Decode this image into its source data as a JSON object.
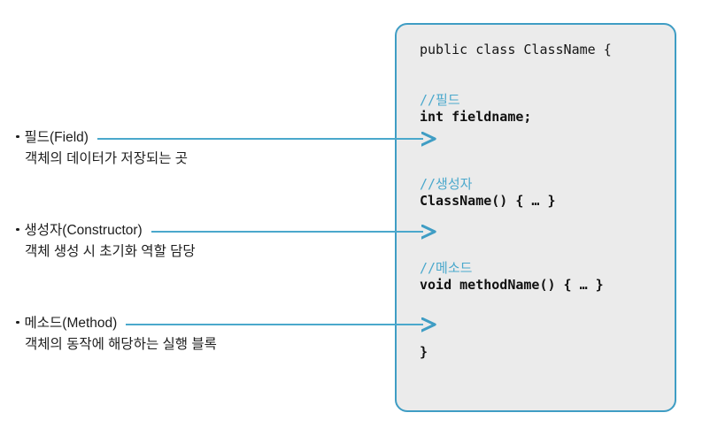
{
  "diagram": {
    "title_present": false,
    "accent_color": "#3f9dc4",
    "comment_color": "#4aa8cc",
    "card_fill": "#ebebeb",
    "text_color": "#1d1d1d"
  },
  "concepts": [
    {
      "term": "필드(Field)",
      "description": "객체의 데이터가 저장되는 곳"
    },
    {
      "term": "생성자(Constructor)",
      "description": "객체 생성 시 초기화 역할 담당"
    },
    {
      "term": "메소드(Method)",
      "description": "객체의 동작에 해당하는 실행 블록"
    }
  ],
  "code": {
    "language": "java",
    "lines": [
      "public class ClassName {",
      "",
      "",
      "    //필드",
      "    int fieldname;",
      "",
      "",
      "    //생성자",
      "    ClassName() { … }",
      "",
      "",
      "    //메소드",
      "    void methodName() { … }",
      "",
      "",
      "}"
    ],
    "header": "public class ClassName {",
    "field_comment": "//필드",
    "field_decl": "int fieldname;",
    "constructor_comment": "//생성자",
    "constructor_decl": "ClassName() { … }",
    "method_comment": "//메소드",
    "method_decl": "void methodName() { … }",
    "closing_brace": "}"
  }
}
